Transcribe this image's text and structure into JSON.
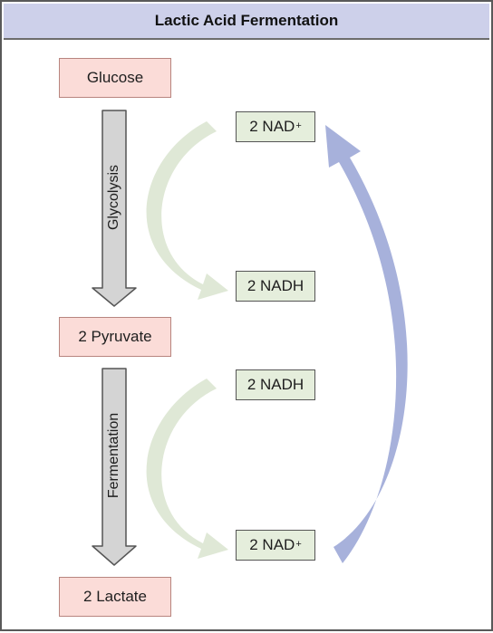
{
  "title": "Lactic Acid Fermentation",
  "molecules": {
    "glucose": "Glucose",
    "pyruvate": "2 Pyruvate",
    "lactate": "2 Lactate"
  },
  "cofactors": {
    "nad_top": {
      "text": "2 NAD",
      "charge": "+"
    },
    "nadh_upper": {
      "text": "2 NADH"
    },
    "nadh_lower": {
      "text": "2 NADH"
    },
    "nad_bottom": {
      "text": "2 NAD",
      "charge": "+"
    }
  },
  "processes": {
    "glycolysis": "Glycolysis",
    "fermentation": "Fermentation"
  },
  "colors": {
    "title_bar": "#cdd0ea",
    "molecule_box": "#fbdcd8",
    "cofactor_box": "#e5eedc",
    "process_arrow": "#d4d4d4",
    "green_arrow": "#dfe8d6",
    "blue_arrow": "#a7b1db"
  }
}
